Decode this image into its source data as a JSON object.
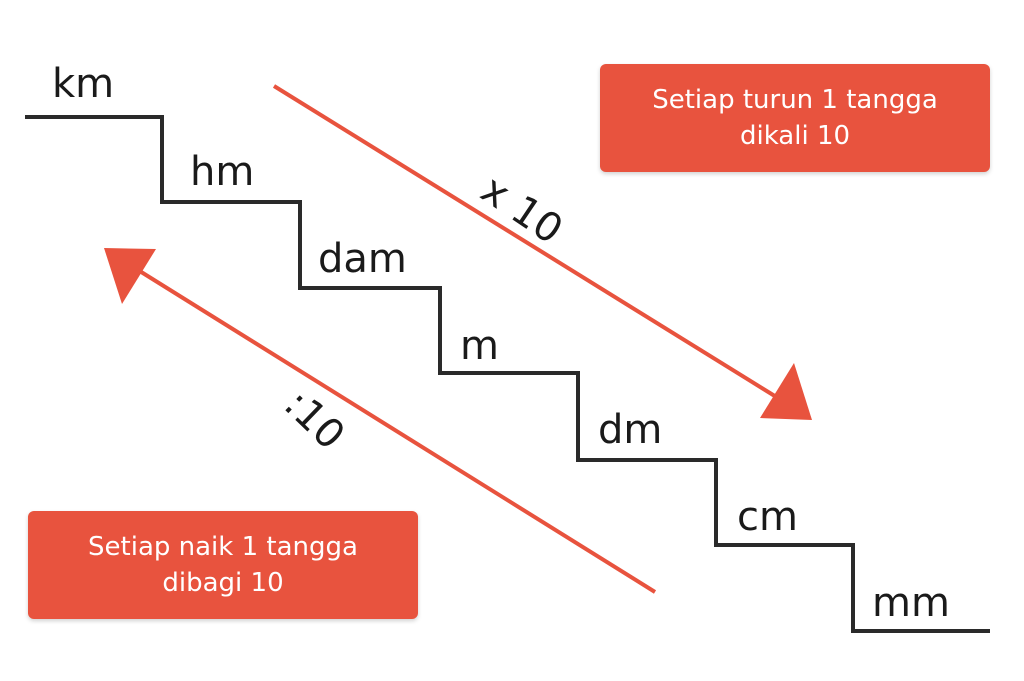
{
  "colors": {
    "accent": "#E8533E",
    "stair_line": "#2a2a2a",
    "text": "#1a1a1a",
    "callout_text": "#ffffff"
  },
  "units": [
    "km",
    "hm",
    "dam",
    "m",
    "dm",
    "cm",
    "mm"
  ],
  "down_rate": "x 10",
  "up_rate": ":10",
  "callout_down": {
    "line1": "Setiap turun 1 tangga",
    "line2": "dikali 10"
  },
  "callout_up": {
    "line1": "Setiap naik 1 tangga",
    "line2": "dibagi 10"
  }
}
